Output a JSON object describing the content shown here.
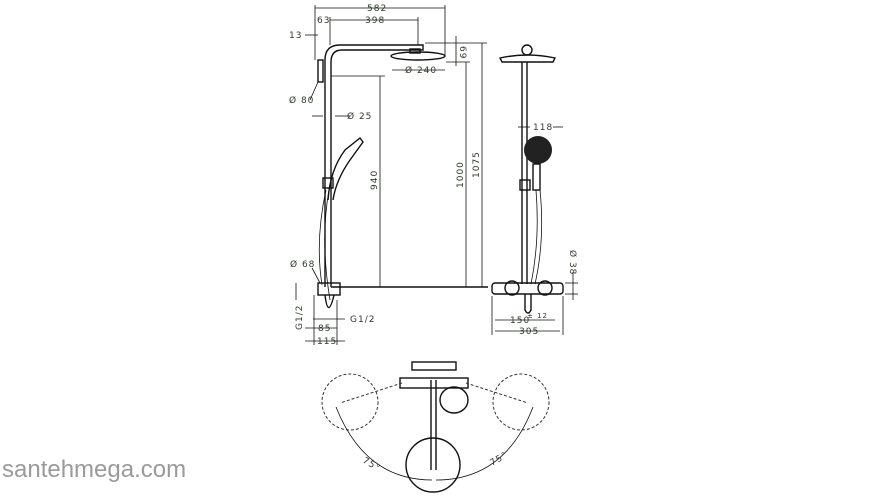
{
  "drawing": {
    "label_color": "#2e3a2a",
    "front_view": {
      "dimensions": [
        "582",
        "63",
        "398",
        "13",
        "Ø 80",
        "Ø 25",
        "69",
        "Ø 240",
        "940",
        "1000",
        "1075",
        "Ø 68",
        "G1/2",
        "G1/2",
        "85",
        "115"
      ]
    },
    "side_view": {
      "dimensions": [
        "118",
        "Ø 38",
        "150",
        "± 12",
        "305"
      ]
    },
    "top_view": {
      "angles": [
        "75°",
        "75°"
      ]
    }
  },
  "watermark": "santehmega.com"
}
